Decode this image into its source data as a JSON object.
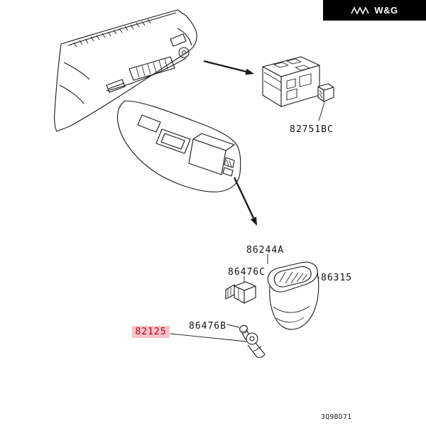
{
  "header": {
    "brand": "W&G",
    "background": "#000000",
    "text_color": "#ffffff",
    "icons": {
      "brand_logo": "zigzag-mountains"
    }
  },
  "diagram": {
    "description": "Exploded parts diagram: instrument panel, floor console, relay box and cigarette lighter / ashtray assembly",
    "line_color": "#1a1a1a",
    "highlight": {
      "background": "#f8c2cb",
      "text_color": "#c00000"
    },
    "labels": [
      {
        "part_number": "82751BC",
        "part": "relay-box-connector",
        "highlighted": false
      },
      {
        "part_number": "86244A",
        "part": "ashtray-assembly",
        "highlighted": false
      },
      {
        "part_number": "86476C",
        "part": "switch",
        "highlighted": false
      },
      {
        "part_number": "86315",
        "part": "ashtray-housing",
        "highlighted": false
      },
      {
        "part_number": "86476B",
        "part": "bulb-socket",
        "highlighted": false
      },
      {
        "part_number": "82125",
        "part": "cigarette-lighter",
        "highlighted": true
      }
    ]
  },
  "footer": {
    "diagram_code": "3Q9BD71"
  }
}
